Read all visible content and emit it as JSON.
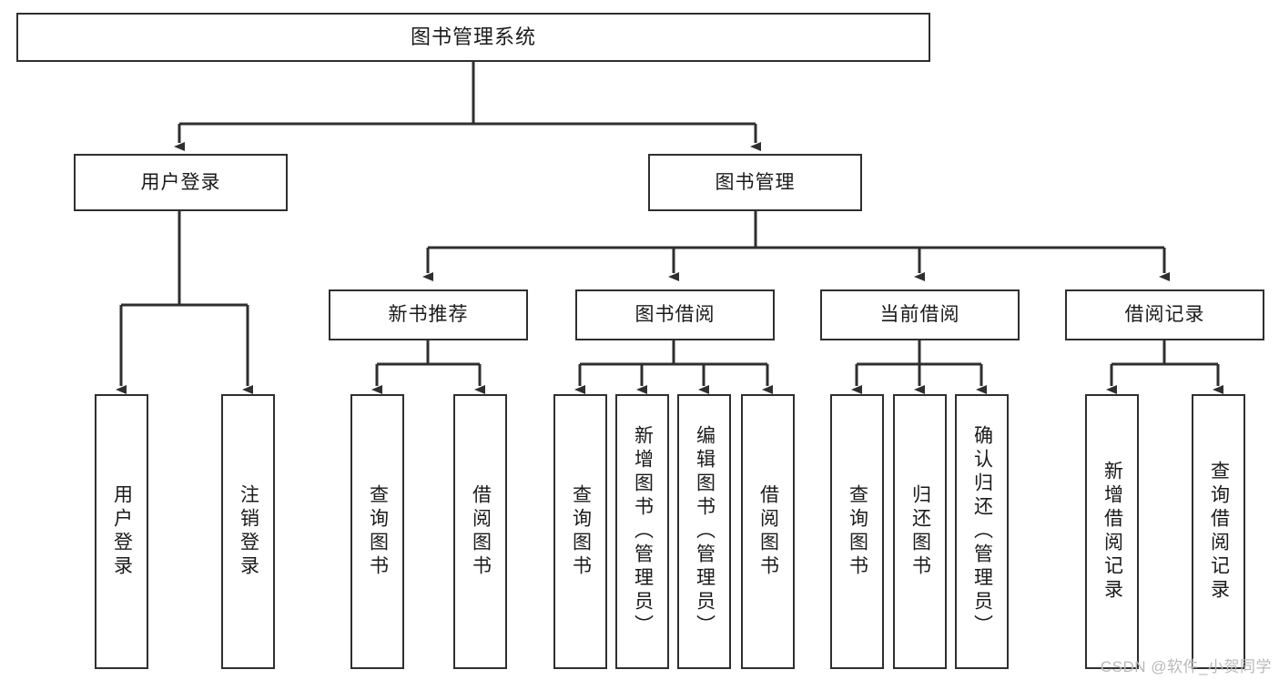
{
  "diagram": {
    "title": "图书管理系统",
    "type": "tree",
    "root": {
      "label": "图书管理系统"
    },
    "level2": [
      {
        "id": "user-login",
        "label": "用户登录"
      },
      {
        "id": "book-manage",
        "label": "图书管理"
      }
    ],
    "level3": [
      {
        "id": "new-book-recommend",
        "label": "新书推荐"
      },
      {
        "id": "book-borrow",
        "label": "图书借阅"
      },
      {
        "id": "current-borrow",
        "label": "当前借阅"
      },
      {
        "id": "borrow-record",
        "label": "借阅记录"
      }
    ],
    "leaves": [
      {
        "id": "leaf-user-login",
        "label": "用户登录",
        "parent": "user-login"
      },
      {
        "id": "leaf-user-logout",
        "label": "注销登录",
        "parent": "user-login"
      },
      {
        "id": "leaf-query-book-1",
        "label": "查询图书",
        "parent": "new-book-recommend"
      },
      {
        "id": "leaf-borrow-book-1",
        "label": "借阅图书",
        "parent": "new-book-recommend"
      },
      {
        "id": "leaf-query-book-2",
        "label": "查询图书",
        "parent": "book-borrow"
      },
      {
        "id": "leaf-add-book",
        "label": "新增图书（管理员）",
        "parent": "book-borrow"
      },
      {
        "id": "leaf-edit-book",
        "label": "编辑图书（管理员）",
        "parent": "book-borrow"
      },
      {
        "id": "leaf-borrow-book-2",
        "label": "借阅图书",
        "parent": "book-borrow"
      },
      {
        "id": "leaf-query-book-3",
        "label": "查询图书",
        "parent": "current-borrow"
      },
      {
        "id": "leaf-return-book",
        "label": "归还图书",
        "parent": "current-borrow"
      },
      {
        "id": "leaf-confirm-return",
        "label": "确认归还（管理员）",
        "parent": "current-borrow"
      },
      {
        "id": "leaf-add-record",
        "label": "新增借阅记录",
        "parent": "borrow-record"
      },
      {
        "id": "leaf-query-record",
        "label": "查询借阅记录",
        "parent": "borrow-record"
      }
    ],
    "colors": {
      "stroke": "#2f2f2f",
      "fill": "#ffffff",
      "text": "#1a1a1a",
      "watermark": "#b9b9b9"
    }
  },
  "watermark": {
    "text": "CSDN @软件_小贺同学"
  }
}
